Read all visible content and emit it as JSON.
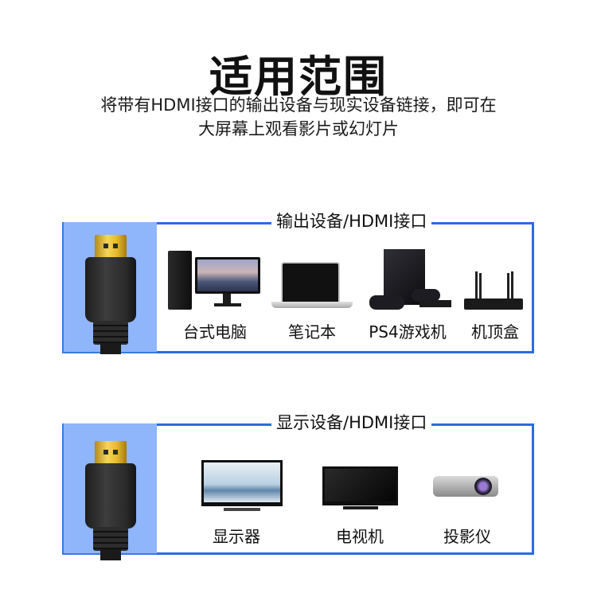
{
  "header": {
    "title": "适用范围",
    "subtitle_line1": "将带有HDMI接口的输出设备与现实设备链接，即可在",
    "subtitle_line2": "大屏幕上观看影片或幻灯片"
  },
  "colors": {
    "accent_blue": "#2c6be0",
    "panel_light_blue": "#8fb5fb",
    "hdmi_gold": "#e6b92c"
  },
  "output_panel": {
    "label": "输出设备/HDMI接口",
    "devices": [
      {
        "icon": "desktop-pc-icon",
        "label": "台式电脑"
      },
      {
        "icon": "laptop-icon",
        "label": "笔记本"
      },
      {
        "icon": "game-console-icon",
        "label": "PS4游戏机"
      },
      {
        "icon": "set-top-box-icon",
        "label": "机顶盒"
      }
    ]
  },
  "display_panel": {
    "label": "显示设备/HDMI接口",
    "devices": [
      {
        "icon": "monitor-icon",
        "label": "显示器"
      },
      {
        "icon": "tv-icon",
        "label": "电视机"
      },
      {
        "icon": "projector-icon",
        "label": "投影仪"
      }
    ]
  }
}
